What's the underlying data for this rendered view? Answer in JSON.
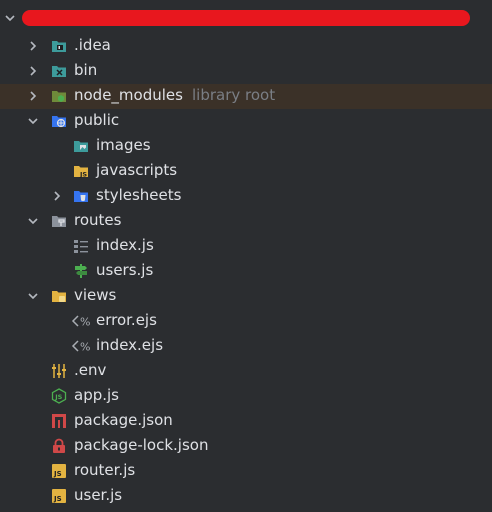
{
  "colors": {
    "background": "#2b2d30",
    "text": "#dfe1e5",
    "muted": "#7a7e85",
    "highlight_row": "#3b3128",
    "redaction": "#e8171e",
    "folder_teal": "#3d9b9b",
    "folder_yellow": "#e3b341",
    "folder_blue": "#3574f0",
    "js_yellow": "#e3b341",
    "node_green": "#4caf50",
    "npm_red": "#d04848"
  },
  "tree": {
    "root_redacted": true,
    "items": [
      {
        "label": ".idea",
        "icon": "folder-idea-icon"
      },
      {
        "label": "bin",
        "icon": "folder-bin-icon"
      },
      {
        "label": "node_modules",
        "suffix": "library root",
        "icon": "folder-node-modules-icon"
      },
      {
        "label": "public",
        "icon": "folder-public-icon"
      },
      {
        "label": "images",
        "icon": "folder-images-icon"
      },
      {
        "label": "javascripts",
        "icon": "folder-javascripts-icon"
      },
      {
        "label": "stylesheets",
        "icon": "folder-stylesheets-icon"
      },
      {
        "label": "routes",
        "icon": "folder-routes-icon"
      },
      {
        "label": "index.js",
        "icon": "js-structure-icon"
      },
      {
        "label": "users.js",
        "icon": "route-signpost-icon"
      },
      {
        "label": "views",
        "icon": "folder-views-icon"
      },
      {
        "label": "error.ejs",
        "icon": "template-icon"
      },
      {
        "label": "index.ejs",
        "icon": "template-icon"
      },
      {
        "label": ".env",
        "icon": "env-settings-icon"
      },
      {
        "label": "app.js",
        "icon": "nodejs-icon"
      },
      {
        "label": "package.json",
        "icon": "npm-icon"
      },
      {
        "label": "package-lock.json",
        "icon": "lock-icon"
      },
      {
        "label": "router.js",
        "icon": "js-file-icon"
      },
      {
        "label": "user.js",
        "icon": "js-file-icon"
      }
    ]
  }
}
